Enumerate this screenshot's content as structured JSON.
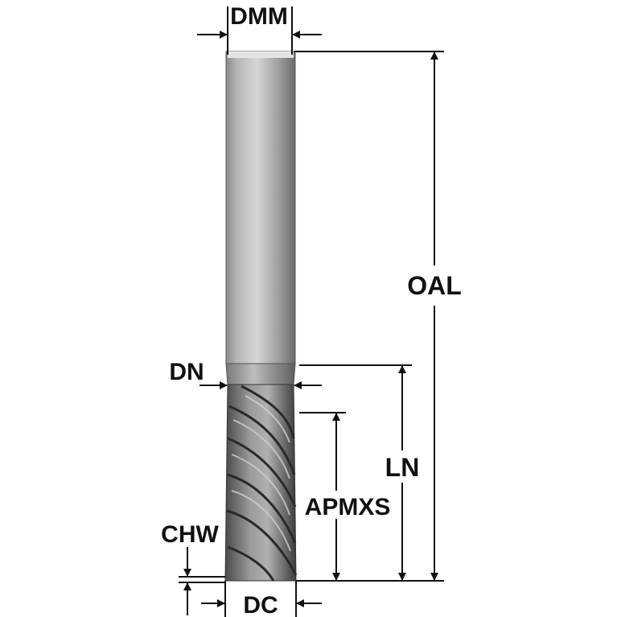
{
  "labels": {
    "dmm": "DMM",
    "oal": "OAL",
    "dn": "DN",
    "ln": "LN",
    "apmxs": "APMXS",
    "chw": "CHW",
    "dc": "DC"
  },
  "colors": {
    "line": "#111111",
    "shank_light": "#cfcfcf",
    "shank_dark": "#6a6a6a",
    "flute_light": "#a9a9a9",
    "flute_dark": "#3c3c3c"
  }
}
